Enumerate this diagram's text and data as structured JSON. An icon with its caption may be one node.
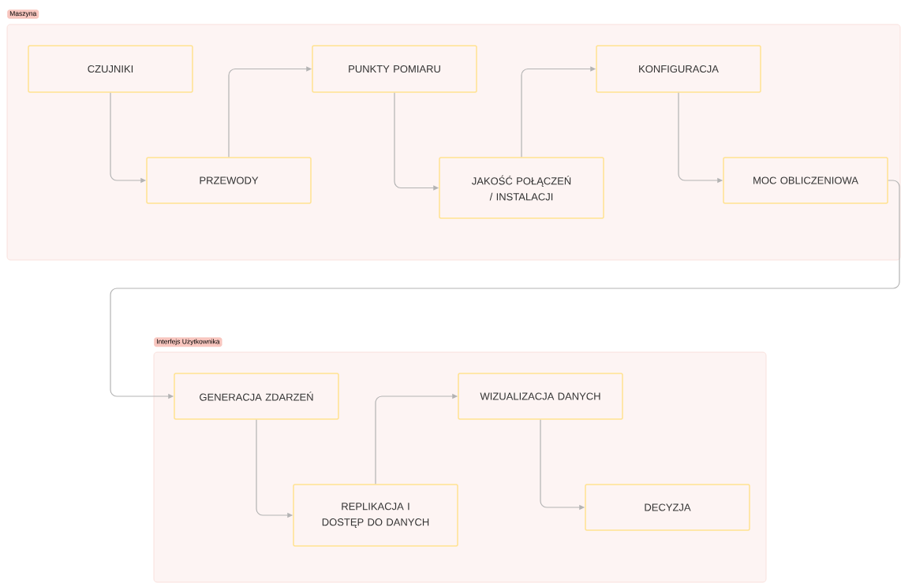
{
  "diagram": {
    "nodes": [
      {
        "text": [
          "Maszyna"
        ]
      },
      {
        "text": [
          "CZUJNIKI"
        ],
        "in": 0
      },
      {
        "text": [
          "PRZEWODY"
        ],
        "in": 0
      },
      {
        "text": [
          "PUNKTY POMIARU"
        ],
        "in": 0
      },
      {
        "text": [
          "JAKOŚĆ POŁĄCZEŃ / INSTALACJI"
        ],
        "in": 0
      },
      {
        "text": [
          "KONFIGURACJA"
        ],
        "in": 0
      },
      {
        "text": [
          "MOC OBLICZENIOWA"
        ],
        "in": 0
      },
      {
        "text": [
          "Interfejs Użytkownika"
        ]
      },
      {
        "text": [
          "GENERACJA ZDARZEŃ"
        ],
        "in": 7
      },
      {
        "text": [
          "REPLIKACJA I DOSTĘP DO DANYCH"
        ],
        "in": 7
      },
      {
        "text": [
          "WIZUALIZACJA DANYCH"
        ],
        "in": 7
      },
      {
        "text": [
          "DECYZJA"
        ],
        "in": 7
      }
    ],
    "edges": [
      {
        "from": 1,
        "to": 2,
        "arrow": "to"
      },
      {
        "from": 2,
        "to": 3,
        "arrow": "to"
      },
      {
        "from": 3,
        "to": 4,
        "arrow": "to"
      },
      {
        "from": 4,
        "to": 5,
        "arrow": "to"
      },
      {
        "from": 5,
        "to": 6,
        "arrow": "to"
      },
      {
        "from": 6,
        "to": 8,
        "arrow": "to"
      },
      {
        "from": 8,
        "to": 9,
        "arrow": "to"
      },
      {
        "from": 9,
        "to": 10,
        "arrow": "to"
      },
      {
        "from": 10,
        "to": 11,
        "arrow": "to"
      }
    ]
  }
}
